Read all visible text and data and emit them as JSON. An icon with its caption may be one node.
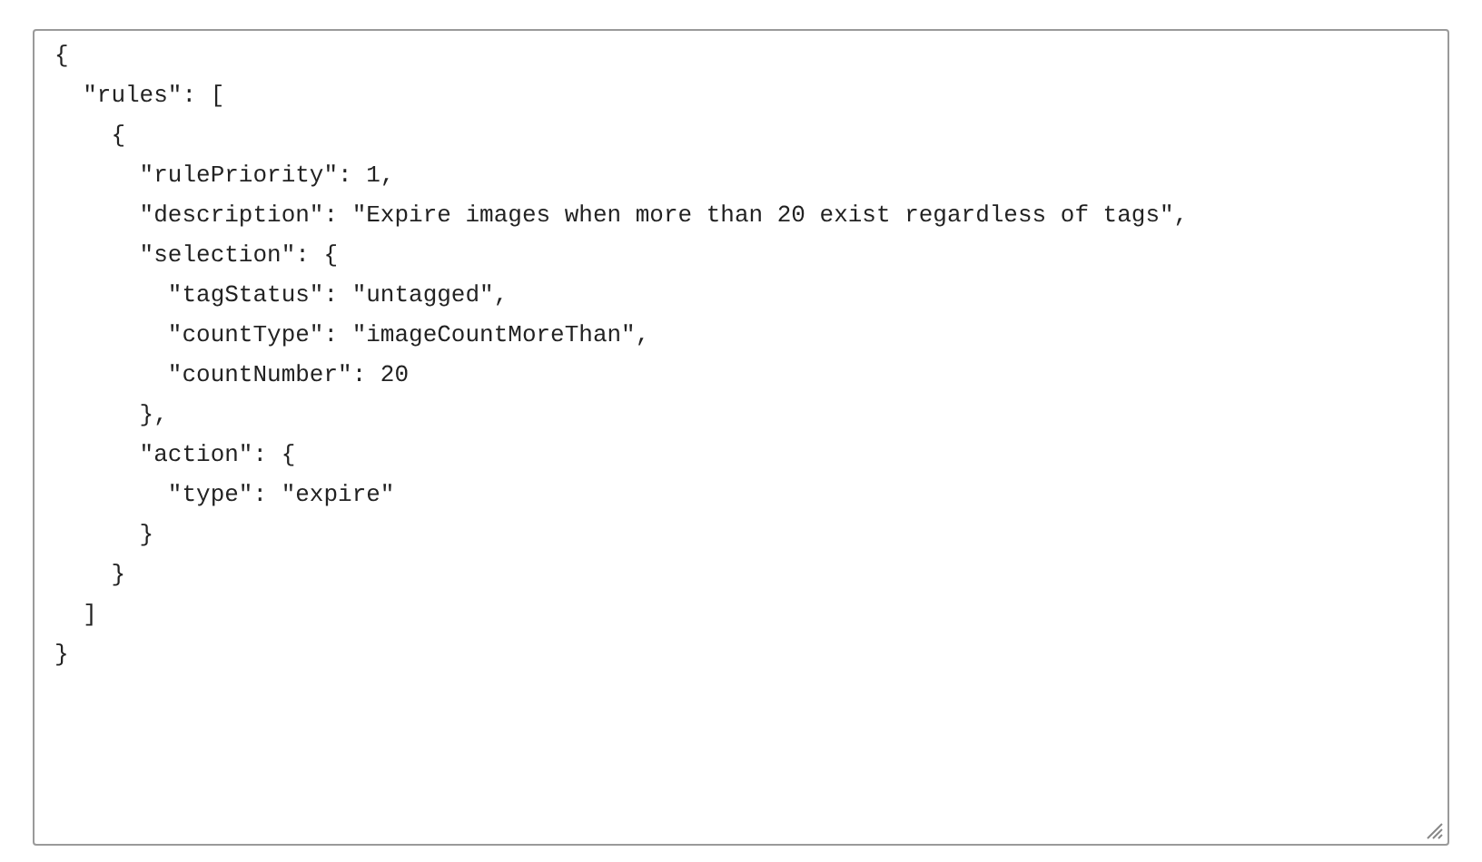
{
  "diagram": {
    "labels": [
      "{",
      "  \"rules\": [",
      "    {",
      "      \"rulePriority\": 1,",
      "      \"description\": \"Expire images when more than 20 exist regardless of tags\",",
      "      \"selection\": {",
      "        \"tagStatus\": \"untagged\",",
      "        \"countType\": \"imageCountMoreThan\",",
      "        \"countNumber\": 20",
      "      },",
      "      \"action\": {",
      "        \"type\": \"expire\"",
      "      }",
      "    }",
      "  ]",
      "}"
    ]
  }
}
